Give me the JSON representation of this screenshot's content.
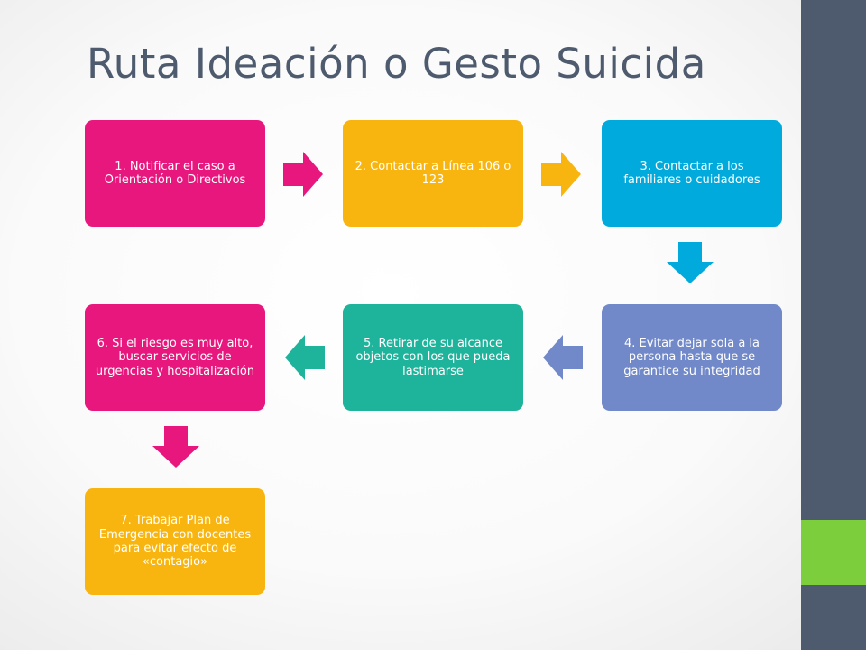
{
  "slide": {
    "title": "Ruta Ideación o Gesto Suicida",
    "accent_colors": {
      "sidebar": "#4e5b6e",
      "accent_square": "#7dce3c"
    }
  },
  "steps": [
    {
      "label": "1. Notificar el caso a Orientación o Directivos",
      "color": "#e8177d"
    },
    {
      "label": "2. Contactar a Línea 106 o 123",
      "color": "#f9b50f"
    },
    {
      "label": "3. Contactar a los familiares o cuidadores",
      "color": "#00aadd"
    },
    {
      "label": "4. Evitar dejar sola a la persona hasta que se garantice su integridad",
      "color": "#7189c8"
    },
    {
      "label": "5. Retirar de su alcance objetos con los que pueda lastimarse",
      "color": "#1eb39b"
    },
    {
      "label": "6. Si el riesgo es muy alto, buscar servicios de urgencias y hospitalización",
      "color": "#e8177d"
    },
    {
      "label": "7. Trabajar Plan de Emergencia con docentes para evitar efecto de «contagio»",
      "color": "#f9b50f"
    }
  ],
  "connectors": [
    {
      "from": 1,
      "to": 2,
      "direction": "right",
      "color": "#e8177d"
    },
    {
      "from": 2,
      "to": 3,
      "direction": "right",
      "color": "#f9b50f"
    },
    {
      "from": 3,
      "to": 4,
      "direction": "down",
      "color": "#00aadd"
    },
    {
      "from": 4,
      "to": 5,
      "direction": "left",
      "color": "#7189c8"
    },
    {
      "from": 5,
      "to": 6,
      "direction": "left",
      "color": "#1eb39b"
    },
    {
      "from": 6,
      "to": 7,
      "direction": "down",
      "color": "#e8177d"
    }
  ]
}
